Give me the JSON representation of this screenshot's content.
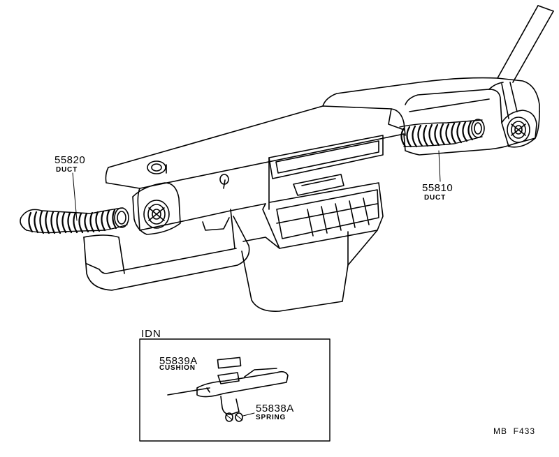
{
  "callouts": {
    "duct_left": {
      "part_number": "55820",
      "part_name": "DUCT"
    },
    "duct_right": {
      "part_number": "55810",
      "part_name": "DUCT"
    }
  },
  "inset": {
    "title": "IDN",
    "cushion": {
      "part_number": "55839A",
      "part_name": "CUSHION"
    },
    "spring": {
      "part_number": "55838A",
      "part_name": "SPRING"
    }
  },
  "figure_code": {
    "prefix": "MB",
    "number": "F433"
  }
}
